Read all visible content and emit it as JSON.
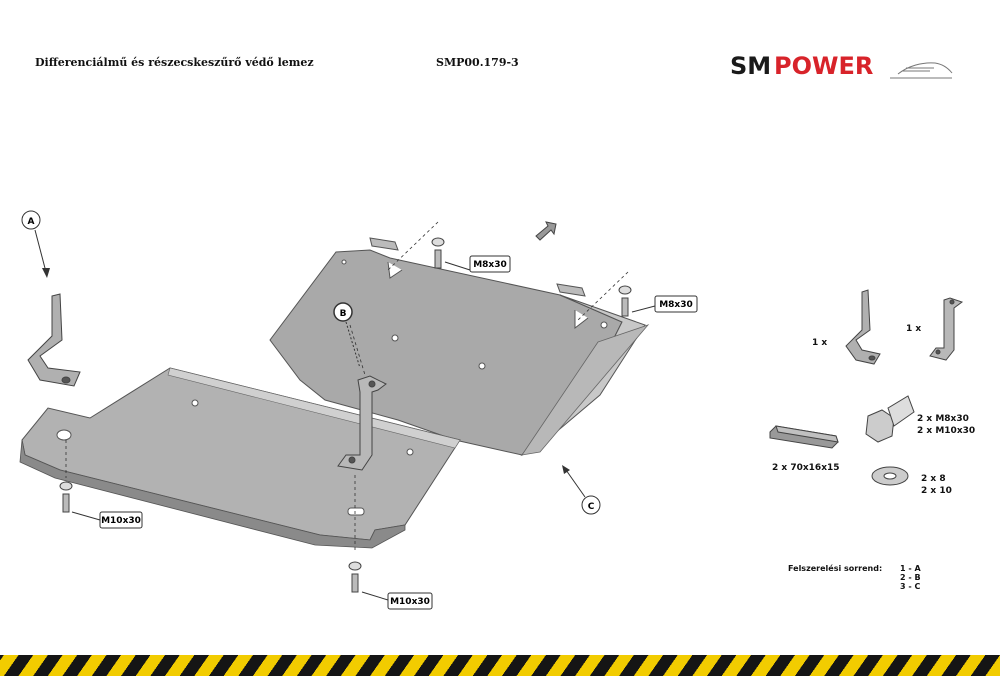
{
  "header": {
    "title": "Differenciálmű és részecskeszűrő védő lemez",
    "code": "SMP00.179-3"
  },
  "logo": {
    "part1": "SM",
    "part2": "POWER",
    "color1": "#1a1a1a",
    "color2": "#d8232a"
  },
  "callouts": {
    "a": "A",
    "b": "B",
    "c": "C"
  },
  "bolt_labels": {
    "top_left": "M8x30",
    "top_right": "M8x30",
    "bottom_left": "M10x30",
    "bottom_center": "M10x30"
  },
  "parts": {
    "bracket_a_qty": "1   x",
    "bracket_b_qty": "1   x",
    "bolt_line1": "2   x    M8x30",
    "bolt_line2": "2   x    M10x30",
    "plate_qty": "2   x      70x16x15",
    "washer_line1": "2   x       8",
    "washer_line2": "2   x      10"
  },
  "install": {
    "label": "Felszerelési sorrend:",
    "steps": [
      "1  -  A",
      "2  -  B",
      "3  -  C"
    ]
  },
  "colors": {
    "plate_fill": "#a9a9a9",
    "plate_light": "#c8c8c8",
    "plate_dark": "#8a8a8a",
    "stripe_yellow": "#f2cc00",
    "stripe_black": "#151515"
  }
}
